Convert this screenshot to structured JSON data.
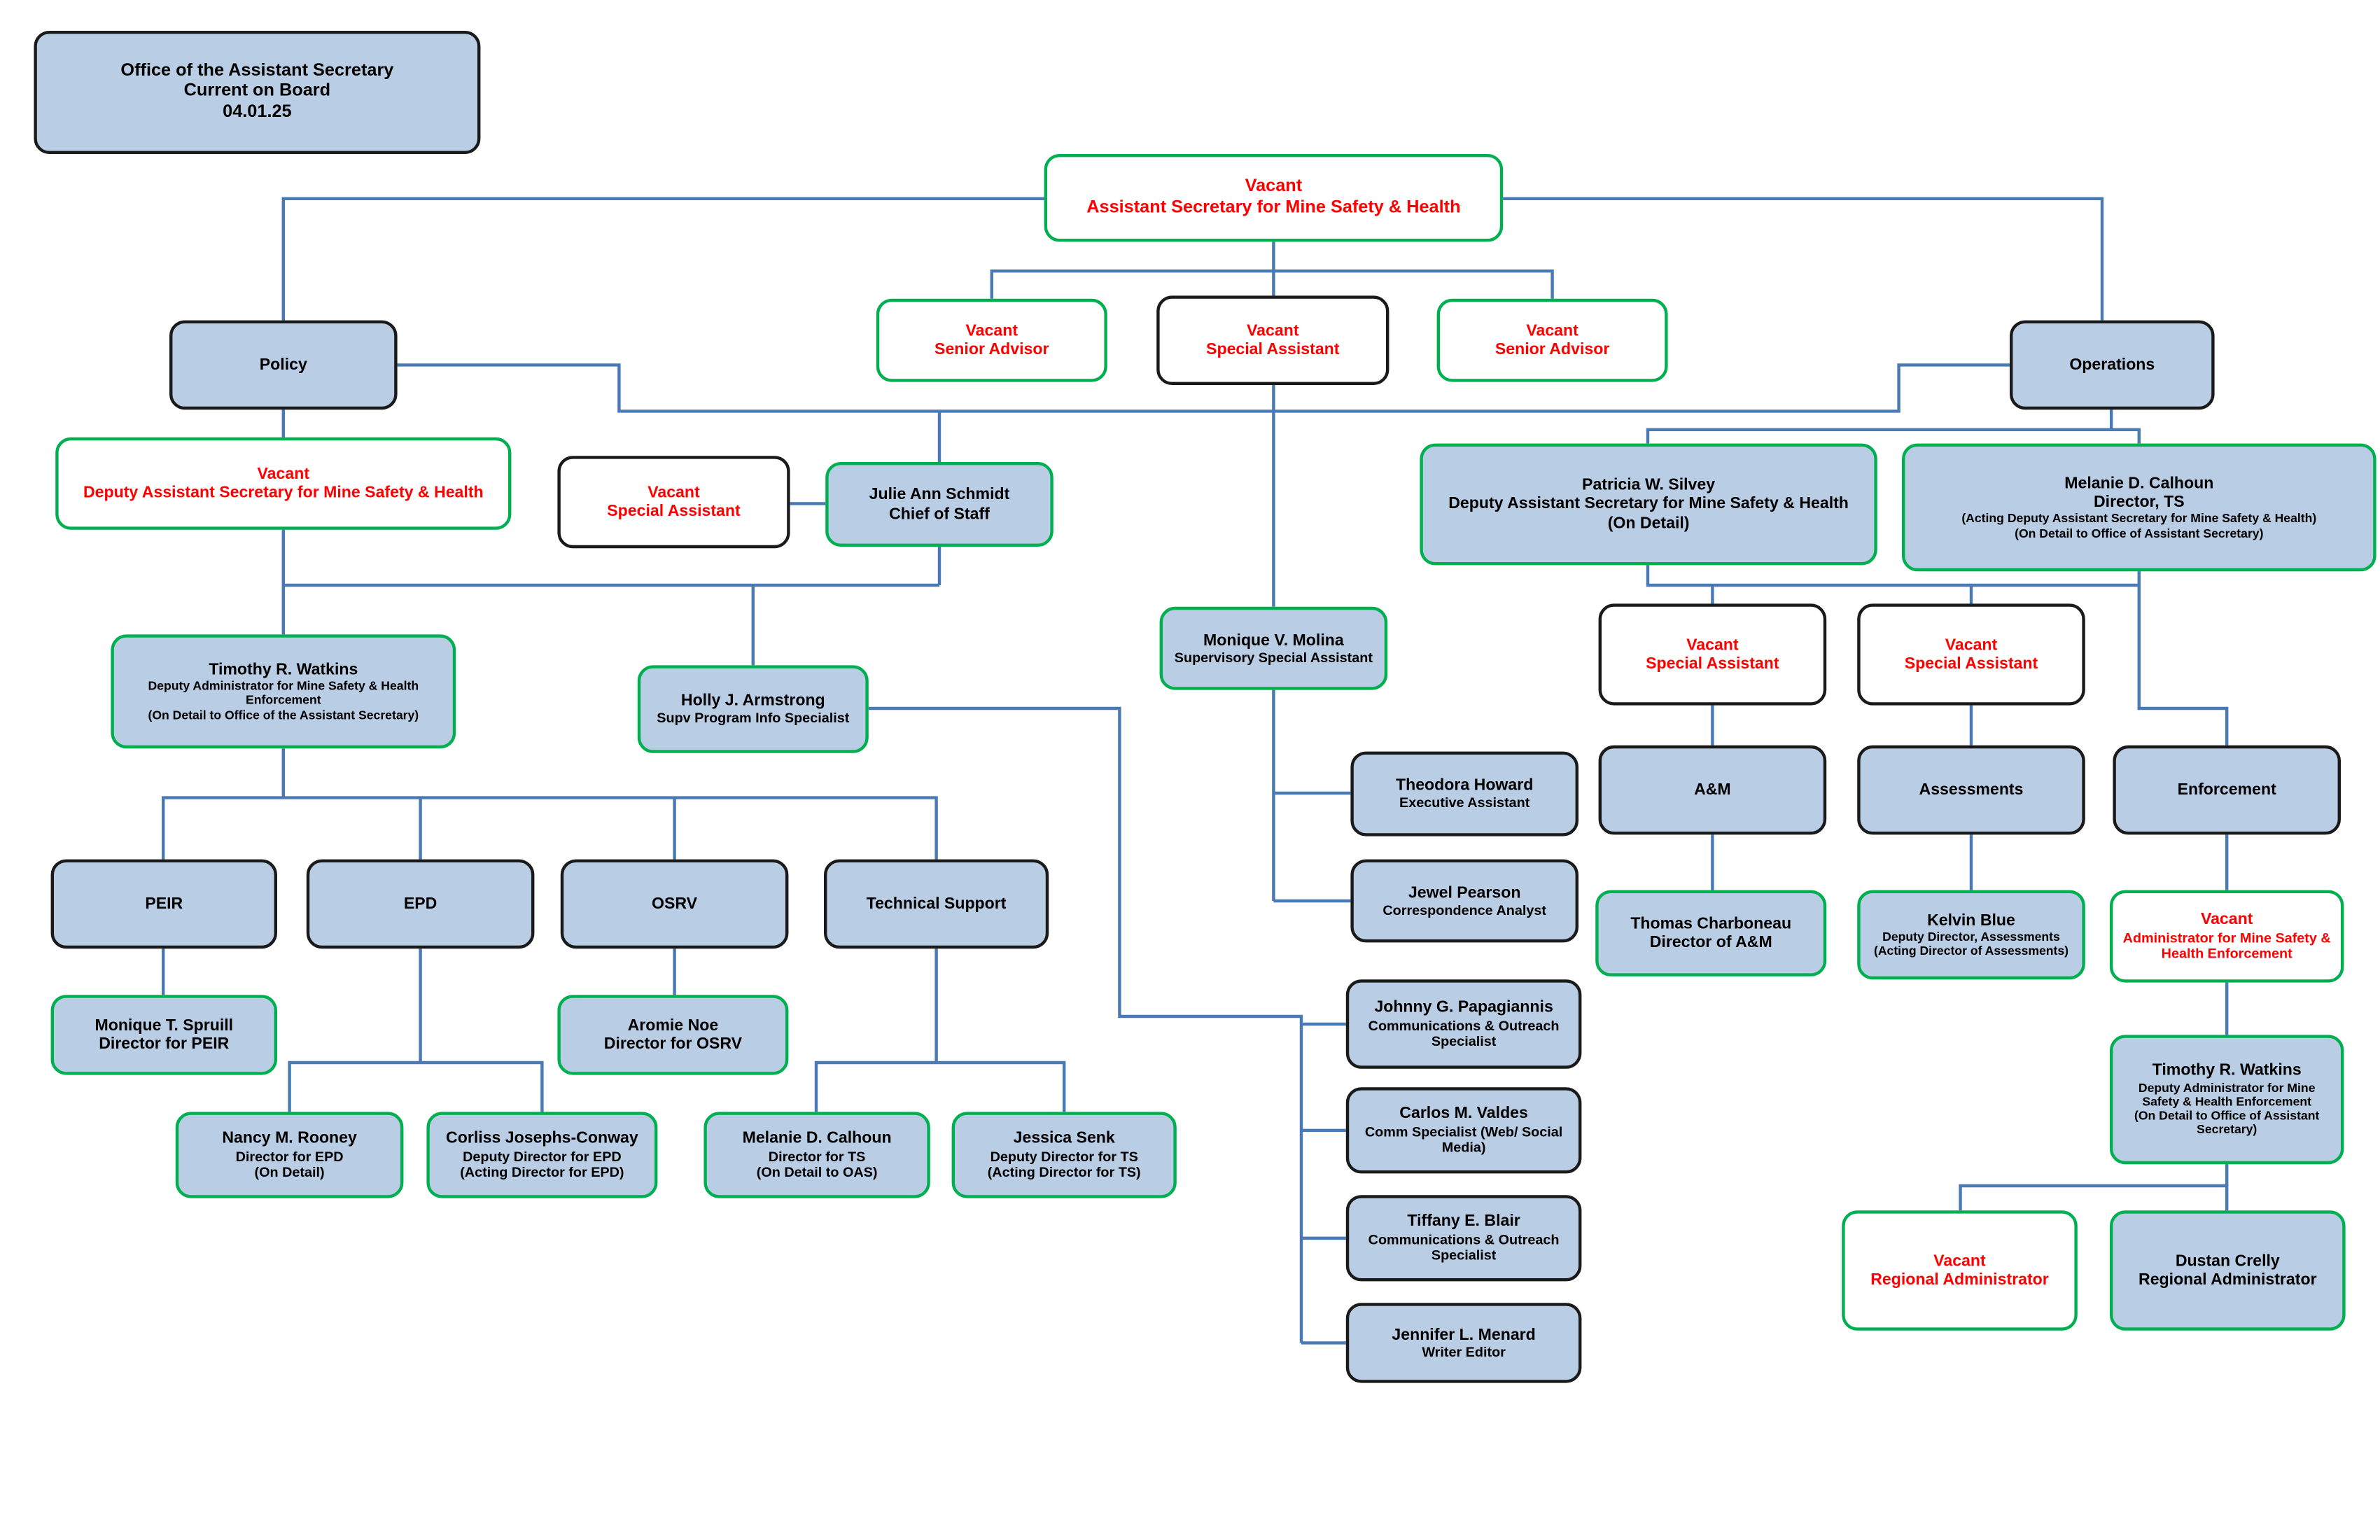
{
  "colors": {
    "node_fill_blue": "#b9cde4",
    "node_fill_white": "#ffffff",
    "border_black": "#1a1a1a",
    "border_green": "#00b050",
    "vacant_text": "#ff0000",
    "normal_text": "#000000",
    "connector": "#4a7ab5"
  },
  "nodes": [
    {
      "id": "header",
      "fill": "#b9cde4",
      "border": "#1a1a1a",
      "lines": [
        {
          "text": "Office of the Assistant Secretary",
          "size": "big"
        },
        {
          "text": "Current on Board",
          "size": "big"
        },
        {
          "text": "04.01.25",
          "size": "big"
        }
      ]
    },
    {
      "id": "asst-sec",
      "fill": "#ffffff",
      "border": "#00b050",
      "text_color": "#ff0000",
      "lines": [
        {
          "text": "Vacant",
          "size": "big"
        },
        {
          "text": "Assistant Secretary for Mine Safety & Health",
          "size": "big"
        }
      ]
    },
    {
      "id": "policy",
      "fill": "#b9cde4",
      "border": "#1a1a1a",
      "lines": [
        {
          "text": "Policy",
          "size": "normal"
        }
      ]
    },
    {
      "id": "senior-advisor-1",
      "fill": "#ffffff",
      "border": "#00b050",
      "text_color": "#ff0000",
      "lines": [
        {
          "text": "Vacant",
          "size": "normal"
        },
        {
          "text": "Senior Advisor",
          "size": "normal"
        }
      ]
    },
    {
      "id": "special-assistant-top",
      "fill": "#ffffff",
      "border": "#1a1a1a",
      "text_color": "#ff0000",
      "lines": [
        {
          "text": "Vacant",
          "size": "normal"
        },
        {
          "text": "Special Assistant",
          "size": "normal"
        }
      ]
    },
    {
      "id": "senior-advisor-2",
      "fill": "#ffffff",
      "border": "#00b050",
      "text_color": "#ff0000",
      "lines": [
        {
          "text": "Vacant",
          "size": "normal"
        },
        {
          "text": "Senior Advisor",
          "size": "normal"
        }
      ]
    },
    {
      "id": "operations",
      "fill": "#b9cde4",
      "border": "#1a1a1a",
      "lines": [
        {
          "text": "Operations",
          "size": "normal"
        }
      ]
    },
    {
      "id": "dep-asst-sec-vacant",
      "fill": "#ffffff",
      "border": "#00b050",
      "text_color": "#ff0000",
      "lines": [
        {
          "text": "Vacant",
          "size": "normal"
        },
        {
          "text": "Deputy Assistant Secretary for Mine Safety & Health",
          "size": "normal"
        }
      ]
    },
    {
      "id": "special-assistant-2",
      "fill": "#ffffff",
      "border": "#1a1a1a",
      "text_color": "#ff0000",
      "lines": [
        {
          "text": "Vacant",
          "size": "normal"
        },
        {
          "text": "Special Assistant",
          "size": "normal"
        }
      ]
    },
    {
      "id": "schmidt",
      "fill": "#b9cde4",
      "border": "#00b050",
      "lines": [
        {
          "text": "Julie Ann Schmidt",
          "size": "normal"
        },
        {
          "text": "Chief of Staff",
          "size": "normal"
        }
      ]
    },
    {
      "id": "silvey",
      "fill": "#b9cde4",
      "border": "#00b050",
      "lines": [
        {
          "text": "Patricia W. Silvey",
          "size": "normal"
        },
        {
          "text": "Deputy Assistant Secretary for Mine Safety & Health",
          "size": "normal"
        },
        {
          "text": "(On Detail)",
          "size": "normal"
        }
      ]
    },
    {
      "id": "calhoun-ts",
      "fill": "#b9cde4",
      "border": "#00b050",
      "lines": [
        {
          "text": "Melanie D. Calhoun",
          "size": "normal"
        },
        {
          "text": "Director, TS",
          "size": "normal"
        },
        {
          "text": "(Acting Deputy Assistant Secretary for Mine Safety & Health)",
          "size": "small"
        },
        {
          "text": "(On Detail to Office of Assistant Secretary)",
          "size": "small"
        }
      ]
    },
    {
      "id": "watkins-oas",
      "fill": "#b9cde4",
      "border": "#00b050",
      "lines": [
        {
          "text": "Timothy R. Watkins",
          "size": "normal"
        },
        {
          "text": "Deputy Administrator for Mine Safety & Health Enforcement",
          "size": "small"
        },
        {
          "text": "(On Detail to Office of the Assistant Secretary)",
          "size": "small"
        }
      ]
    },
    {
      "id": "armstrong",
      "fill": "#b9cde4",
      "border": "#00b050",
      "lines": [
        {
          "text": "Holly J. Armstrong",
          "size": "normal"
        },
        {
          "text": "Supv Program Info Specialist",
          "size": "mid"
        }
      ]
    },
    {
      "id": "molina",
      "fill": "#b9cde4",
      "border": "#00b050",
      "lines": [
        {
          "text": "Monique V. Molina",
          "size": "normal"
        },
        {
          "text": "Supervisory Special Assistant",
          "size": "mid"
        }
      ]
    },
    {
      "id": "special-assistant-3",
      "fill": "#ffffff",
      "border": "#1a1a1a",
      "text_color": "#ff0000",
      "lines": [
        {
          "text": "Vacant",
          "size": "normal"
        },
        {
          "text": "Special Assistant",
          "size": "normal"
        }
      ]
    },
    {
      "id": "special-assistant-4",
      "fill": "#ffffff",
      "border": "#1a1a1a",
      "text_color": "#ff0000",
      "lines": [
        {
          "text": "Vacant",
          "size": "normal"
        },
        {
          "text": "Special Assistant",
          "size": "normal"
        }
      ]
    },
    {
      "id": "howard",
      "fill": "#b9cde4",
      "border": "#1a1a1a",
      "lines": [
        {
          "text": "Theodora Howard",
          "size": "normal"
        },
        {
          "text": "Executive Assistant",
          "size": "mid"
        }
      ]
    },
    {
      "id": "pearson",
      "fill": "#b9cde4",
      "border": "#1a1a1a",
      "lines": [
        {
          "text": "Jewel Pearson",
          "size": "normal"
        },
        {
          "text": "Correspondence Analyst",
          "size": "mid"
        }
      ]
    },
    {
      "id": "am",
      "fill": "#b9cde4",
      "border": "#1a1a1a",
      "lines": [
        {
          "text": "A&M",
          "size": "normal"
        }
      ]
    },
    {
      "id": "assessments",
      "fill": "#b9cde4",
      "border": "#1a1a1a",
      "lines": [
        {
          "text": "Assessments",
          "size": "normal"
        }
      ]
    },
    {
      "id": "enforcement",
      "fill": "#b9cde4",
      "border": "#1a1a1a",
      "lines": [
        {
          "text": "Enforcement",
          "size": "normal"
        }
      ]
    },
    {
      "id": "charboneau",
      "fill": "#b9cde4",
      "border": "#00b050",
      "lines": [
        {
          "text": "Thomas Charboneau",
          "size": "normal"
        },
        {
          "text": "Director of A&M",
          "size": "normal"
        }
      ]
    },
    {
      "id": "blue",
      "fill": "#b9cde4",
      "border": "#00b050",
      "lines": [
        {
          "text": "Kelvin Blue",
          "size": "normal"
        },
        {
          "text": "Deputy Director, Assessments",
          "size": "small"
        },
        {
          "text": "(Acting Director of Assessments)",
          "size": "small"
        }
      ]
    },
    {
      "id": "enf-admin-vacant",
      "fill": "#ffffff",
      "border": "#00b050",
      "text_color": "#ff0000",
      "lines": [
        {
          "text": "Vacant",
          "size": "normal"
        },
        {
          "text": "Administrator for Mine Safety & Health Enforcement",
          "size": "mid"
        }
      ]
    },
    {
      "id": "peir",
      "fill": "#b9cde4",
      "border": "#1a1a1a",
      "lines": [
        {
          "text": "PEIR",
          "size": "normal"
        }
      ]
    },
    {
      "id": "epd",
      "fill": "#b9cde4",
      "border": "#1a1a1a",
      "lines": [
        {
          "text": "EPD",
          "size": "normal"
        }
      ]
    },
    {
      "id": "osrv",
      "fill": "#b9cde4",
      "border": "#1a1a1a",
      "lines": [
        {
          "text": "OSRV",
          "size": "normal"
        }
      ]
    },
    {
      "id": "tech-support",
      "fill": "#b9cde4",
      "border": "#1a1a1a",
      "lines": [
        {
          "text": "Technical Support",
          "size": "normal"
        }
      ]
    },
    {
      "id": "spruill",
      "fill": "#b9cde4",
      "border": "#00b050",
      "lines": [
        {
          "text": "Monique T. Spruill",
          "size": "normal"
        },
        {
          "text": "Director for PEIR",
          "size": "normal"
        }
      ]
    },
    {
      "id": "noe",
      "fill": "#b9cde4",
      "border": "#00b050",
      "lines": [
        {
          "text": "Aromie Noe",
          "size": "normal"
        },
        {
          "text": "Director for OSRV",
          "size": "normal"
        }
      ]
    },
    {
      "id": "rooney",
      "fill": "#b9cde4",
      "border": "#00b050",
      "lines": [
        {
          "text": "Nancy M. Rooney",
          "size": "normal"
        },
        {
          "text": "Director for EPD",
          "size": "mid"
        },
        {
          "text": "(On Detail)",
          "size": "mid"
        }
      ]
    },
    {
      "id": "josephs-conway",
      "fill": "#b9cde4",
      "border": "#00b050",
      "lines": [
        {
          "text": "Corliss Josephs-Conway",
          "size": "normal"
        },
        {
          "text": "Deputy Director for EPD",
          "size": "mid"
        },
        {
          "text": "(Acting Director for EPD)",
          "size": "mid"
        }
      ]
    },
    {
      "id": "calhoun-ts2",
      "fill": "#b9cde4",
      "border": "#00b050",
      "lines": [
        {
          "text": "Melanie D. Calhoun",
          "size": "normal"
        },
        {
          "text": "Director for TS",
          "size": "mid"
        },
        {
          "text": "(On Detail to OAS)",
          "size": "mid"
        }
      ]
    },
    {
      "id": "senk",
      "fill": "#b9cde4",
      "border": "#00b050",
      "lines": [
        {
          "text": "Jessica Senk",
          "size": "normal"
        },
        {
          "text": "Deputy Director for TS",
          "size": "mid"
        },
        {
          "text": "(Acting Director for TS)",
          "size": "mid"
        }
      ]
    },
    {
      "id": "papagiannis",
      "fill": "#b9cde4",
      "border": "#1a1a1a",
      "lines": [
        {
          "text": "Johnny G. Papagiannis",
          "size": "normal"
        },
        {
          "text": "Communications & Outreach Specialist",
          "size": "mid"
        }
      ]
    },
    {
      "id": "valdes",
      "fill": "#b9cde4",
      "border": "#1a1a1a",
      "lines": [
        {
          "text": "Carlos M. Valdes",
          "size": "normal"
        },
        {
          "text": "Comm Specialist (Web/ Social Media)",
          "size": "mid"
        }
      ]
    },
    {
      "id": "blair",
      "fill": "#b9cde4",
      "border": "#1a1a1a",
      "lines": [
        {
          "text": "Tiffany E. Blair",
          "size": "normal"
        },
        {
          "text": "Communications & Outreach Specialist",
          "size": "mid"
        }
      ]
    },
    {
      "id": "menard",
      "fill": "#b9cde4",
      "border": "#1a1a1a",
      "lines": [
        {
          "text": "Jennifer L. Menard",
          "size": "normal"
        },
        {
          "text": "Writer Editor",
          "size": "mid"
        }
      ]
    },
    {
      "id": "watkins-enf",
      "fill": "#b9cde4",
      "border": "#00b050",
      "lines": [
        {
          "text": "Timothy R. Watkins",
          "size": "normal"
        },
        {
          "text": "Deputy Administrator for Mine Safety & Health Enforcement",
          "size": "small"
        },
        {
          "text": "(On Detail to Office of Assistant Secretary)",
          "size": "small"
        }
      ]
    },
    {
      "id": "regional-vacant",
      "fill": "#ffffff",
      "border": "#00b050",
      "text_color": "#ff0000",
      "lines": [
        {
          "text": "Vacant",
          "size": "normal"
        },
        {
          "text": "Regional Administrator",
          "size": "normal"
        }
      ]
    },
    {
      "id": "crelly",
      "fill": "#b9cde4",
      "border": "#00b050",
      "lines": [
        {
          "text": "Dustan Crelly",
          "size": "normal"
        },
        {
          "text": "Regional Administrator",
          "size": "normal"
        }
      ]
    }
  ]
}
